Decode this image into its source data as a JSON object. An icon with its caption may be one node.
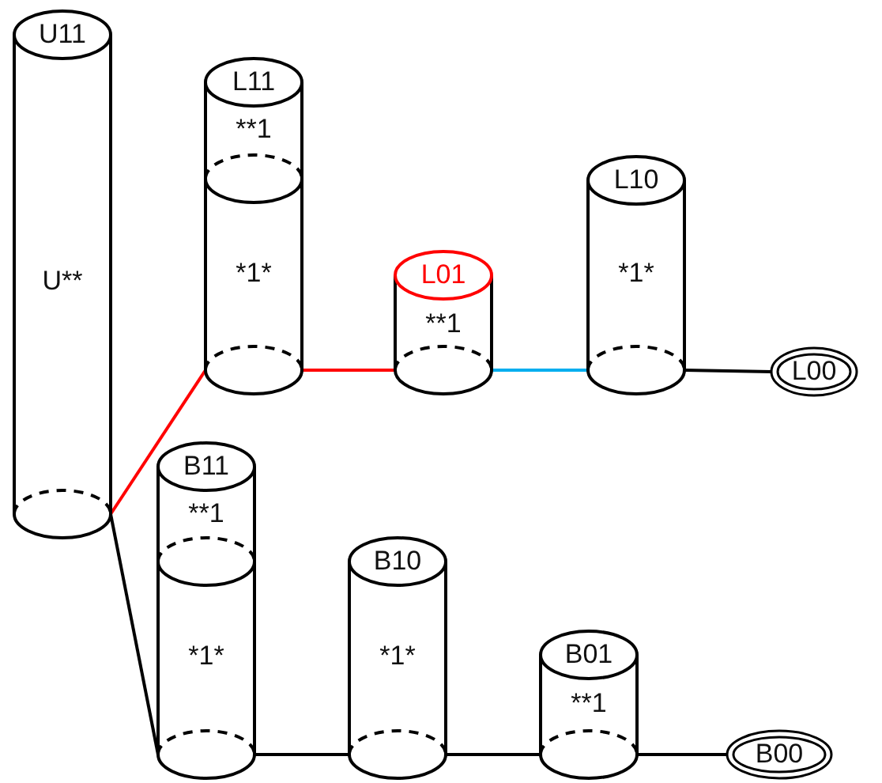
{
  "diagram": {
    "nodes": [
      {
        "text": [
          "U11",
          "U**"
        ]
      },
      {
        "text": [
          "L11",
          "**1",
          "*1*"
        ]
      },
      {
        "text": [
          "L01",
          "**1"
        ]
      },
      {
        "text": [
          "L10",
          "*1*"
        ]
      },
      {
        "text": [
          "L00"
        ]
      },
      {
        "text": [
          "B11",
          "**1",
          "*1*"
        ]
      },
      {
        "text": [
          "B10",
          "*1*"
        ]
      },
      {
        "text": [
          "B01",
          "**1"
        ]
      },
      {
        "text": [
          "B00"
        ]
      }
    ],
    "edges": [
      {
        "from": 0,
        "to": 1,
        "arrow": "none",
        "color": "#ff0000"
      },
      {
        "from": 1,
        "to": 2,
        "arrow": "none",
        "color": "#ff0000"
      },
      {
        "from": 2,
        "to": 3,
        "arrow": "none",
        "color": "#00aeef"
      },
      {
        "from": 3,
        "to": 4,
        "arrow": "none"
      },
      {
        "from": 0,
        "to": 5,
        "arrow": "none"
      },
      {
        "from": 5,
        "to": 6,
        "arrow": "none"
      },
      {
        "from": 6,
        "to": 7,
        "arrow": "none"
      },
      {
        "from": 7,
        "to": 8,
        "arrow": "none"
      }
    ]
  }
}
